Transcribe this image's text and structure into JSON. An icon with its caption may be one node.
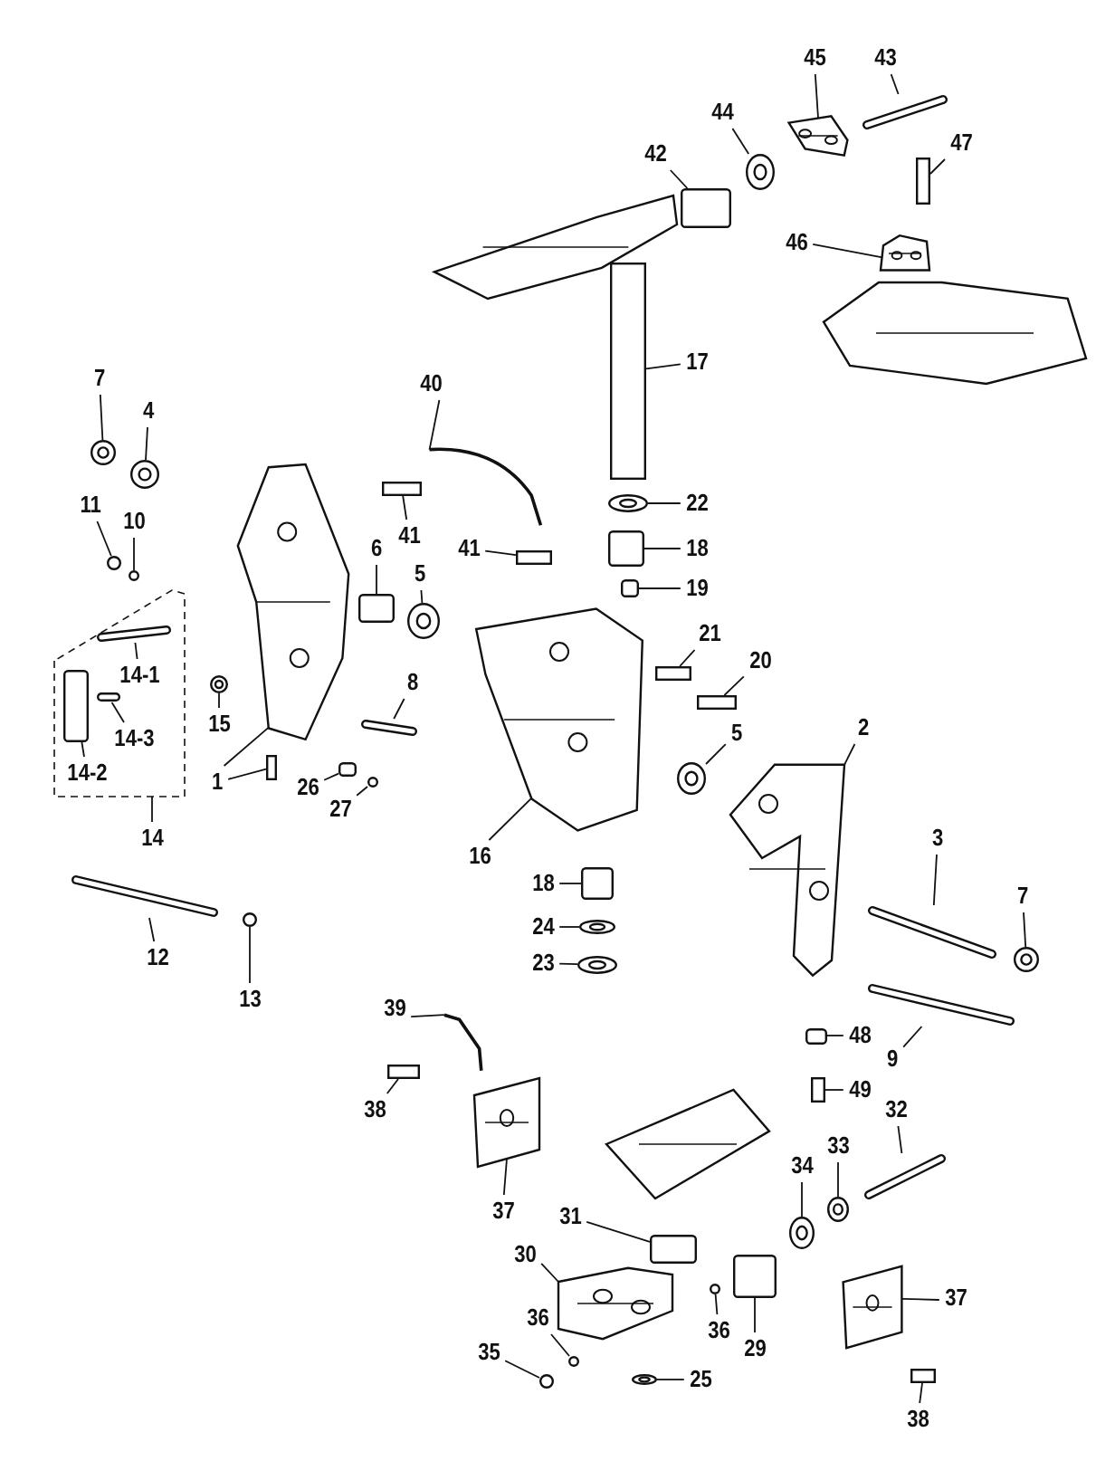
{
  "diagram": {
    "nodes": [
      {
        "text": [
          "45"
        ]
      },
      {
        "text": [
          "43"
        ]
      },
      {
        "text": [
          "44"
        ]
      },
      {
        "text": [
          "47"
        ]
      },
      {
        "text": [
          "42"
        ]
      },
      {
        "text": [
          "46"
        ]
      },
      {
        "text": [
          "17"
        ]
      },
      {
        "text": [
          "7"
        ]
      },
      {
        "text": [
          "40"
        ]
      },
      {
        "text": [
          "4"
        ]
      },
      {
        "text": [
          "22"
        ]
      },
      {
        "text": [
          "11"
        ]
      },
      {
        "text": [
          "10"
        ]
      },
      {
        "text": [
          "41"
        ]
      },
      {
        "text": [
          "41"
        ]
      },
      {
        "text": [
          "6"
        ]
      },
      {
        "text": [
          "18"
        ]
      },
      {
        "text": [
          "5"
        ]
      },
      {
        "text": [
          "19"
        ]
      },
      {
        "text": [
          "21"
        ]
      },
      {
        "text": [
          "20"
        ]
      },
      {
        "text": [
          "14-1"
        ]
      },
      {
        "text": [
          "8"
        ]
      },
      {
        "text": [
          "15"
        ]
      },
      {
        "text": [
          "2"
        ]
      },
      {
        "text": [
          "5"
        ]
      },
      {
        "text": [
          "14-3"
        ]
      },
      {
        "text": [
          "14-2"
        ]
      },
      {
        "text": [
          "1"
        ]
      },
      {
        "text": [
          "26"
        ]
      },
      {
        "text": [
          "27"
        ]
      },
      {
        "text": [
          "14"
        ]
      },
      {
        "text": [
          "3"
        ]
      },
      {
        "text": [
          "16"
        ]
      },
      {
        "text": [
          "18"
        ]
      },
      {
        "text": [
          "7"
        ]
      },
      {
        "text": [
          "24"
        ]
      },
      {
        "text": [
          "12"
        ]
      },
      {
        "text": [
          "23"
        ]
      },
      {
        "text": [
          "13"
        ]
      },
      {
        "text": [
          "39"
        ]
      },
      {
        "text": [
          "48"
        ]
      },
      {
        "text": [
          "9"
        ]
      },
      {
        "text": [
          "49"
        ]
      },
      {
        "text": [
          "38"
        ]
      },
      {
        "text": [
          "32"
        ]
      },
      {
        "text": [
          "33"
        ]
      },
      {
        "text": [
          "34"
        ]
      },
      {
        "text": [
          "37"
        ]
      },
      {
        "text": [
          "31"
        ]
      },
      {
        "text": [
          "30"
        ]
      },
      {
        "text": [
          "37"
        ]
      },
      {
        "text": [
          "36"
        ]
      },
      {
        "text": [
          "36"
        ]
      },
      {
        "text": [
          "29"
        ]
      },
      {
        "text": [
          "35"
        ]
      },
      {
        "text": [
          "25"
        ]
      },
      {
        "text": [
          "38"
        ]
      },
      {
        "text": [],
        "shape": "picture"
      },
      {
        "text": [],
        "shape": "bar"
      },
      {
        "text": [],
        "shape": "circle"
      },
      {
        "text": [],
        "shape": "bar"
      },
      {
        "text": [],
        "shape": "box"
      },
      {
        "text": [],
        "shape": "picture"
      },
      {
        "text": [],
        "shape": "bar"
      },
      {
        "text": [],
        "shape": "circle"
      },
      {
        "text": [],
        "shape": "picture"
      },
      {
        "text": [],
        "shape": "circle"
      },
      {
        "text": [],
        "shape": "circle"
      },
      {
        "text": [],
        "shape": "circle"
      },
      {
        "text": [],
        "shape": "circle"
      },
      {
        "text": [],
        "shape": "bar"
      },
      {
        "text": [],
        "shape": "bar"
      },
      {
        "text": [],
        "shape": "box"
      },
      {
        "text": [],
        "shape": "box"
      },
      {
        "text": [],
        "shape": "circle"
      },
      {
        "text": [],
        "shape": "box"
      },
      {
        "text": [],
        "shape": "bar"
      },
      {
        "text": [],
        "shape": "bar"
      },
      {
        "text": [],
        "shape": "bar"
      },
      {
        "text": [],
        "shape": "bar"
      },
      {
        "text": [],
        "shape": "circle"
      },
      {
        "text": [],
        "shape": "picture"
      },
      {
        "text": [],
        "shape": "circle"
      },
      {
        "text": [],
        "shape": "bar"
      },
      {
        "text": [],
        "shape": "box"
      },
      {
        "text": [],
        "shape": "picture"
      },
      {
        "text": [],
        "shape": "bar"
      },
      {
        "text": [],
        "shape": "box"
      },
      {
        "text": [],
        "shape": "circle"
      },
      {
        "text": [],
        "shape": "bar"
      },
      {
        "text": [],
        "shape": "picture"
      },
      {
        "text": [],
        "shape": "box"
      },
      {
        "text": [],
        "shape": "circle"
      },
      {
        "text": [],
        "shape": "circle"
      },
      {
        "text": [],
        "shape": "bar"
      },
      {
        "text": [],
        "shape": "circle"
      },
      {
        "text": [],
        "shape": "circle"
      },
      {
        "text": [],
        "shape": "picture"
      },
      {
        "text": [],
        "shape": "box"
      },
      {
        "text": [],
        "shape": "bar"
      },
      {
        "text": [],
        "shape": "bar"
      },
      {
        "text": [],
        "shape": "bar"
      },
      {
        "text": [],
        "shape": "bar"
      },
      {
        "text": [],
        "shape": "circle"
      },
      {
        "text": [],
        "shape": "circle"
      },
      {
        "text": [],
        "shape": "picture"
      },
      {
        "text": [],
        "shape": "box"
      },
      {
        "text": [],
        "shape": "picture"
      },
      {
        "text": [],
        "shape": "picture"
      },
      {
        "text": [],
        "shape": "circle"
      },
      {
        "text": [],
        "shape": "circle"
      },
      {
        "text": [],
        "shape": "box"
      },
      {
        "text": [],
        "shape": "circle"
      },
      {
        "text": [],
        "shape": "circle"
      },
      {
        "text": [],
        "shape": "bar"
      },
      {
        "text": [],
        "shape": "picture"
      },
      {
        "text": [],
        "shape": "picture"
      },
      {
        "text": [],
        "shape": "picture"
      }
    ],
    "edges": [
      {
        "from": 0,
        "to": 58,
        "arrow": "none"
      },
      {
        "from": 1,
        "to": 59,
        "arrow": "none"
      },
      {
        "from": 2,
        "to": 60,
        "arrow": "none"
      },
      {
        "from": 3,
        "to": 61,
        "arrow": "none"
      },
      {
        "from": 4,
        "to": 62,
        "arrow": "none"
      },
      {
        "from": 5,
        "to": 63,
        "arrow": "none"
      },
      {
        "from": 6,
        "to": 64,
        "arrow": "none"
      },
      {
        "from": 7,
        "to": 65,
        "arrow": "none"
      },
      {
        "from": 8,
        "to": 66,
        "arrow": "none"
      },
      {
        "from": 9,
        "to": 67,
        "arrow": "none"
      },
      {
        "from": 10,
        "to": 68,
        "arrow": "none"
      },
      {
        "from": 11,
        "to": 69,
        "arrow": "none"
      },
      {
        "from": 12,
        "to": 70,
        "arrow": "none"
      },
      {
        "from": 13,
        "to": 71,
        "arrow": "none"
      },
      {
        "from": 14,
        "to": 72,
        "arrow": "none"
      },
      {
        "from": 15,
        "to": 73,
        "arrow": "none"
      },
      {
        "from": 16,
        "to": 74,
        "arrow": "none"
      },
      {
        "from": 17,
        "to": 75,
        "arrow": "none"
      },
      {
        "from": 18,
        "to": 76,
        "arrow": "none"
      },
      {
        "from": 19,
        "to": 77,
        "arrow": "none"
      },
      {
        "from": 20,
        "to": 78,
        "arrow": "none"
      },
      {
        "from": 21,
        "to": 79,
        "arrow": "none"
      },
      {
        "from": 22,
        "to": 80,
        "arrow": "none"
      },
      {
        "from": 23,
        "to": 81,
        "arrow": "none"
      },
      {
        "from": 24,
        "to": 82,
        "arrow": "none"
      },
      {
        "from": 25,
        "to": 83,
        "arrow": "none"
      },
      {
        "from": 26,
        "to": 84,
        "arrow": "none"
      },
      {
        "from": 27,
        "to": 85,
        "arrow": "none"
      },
      {
        "from": 28,
        "to": 86,
        "arrow": "none"
      },
      {
        "from": 28,
        "to": 87,
        "arrow": "none"
      },
      {
        "from": 29,
        "to": 88,
        "arrow": "none"
      },
      {
        "from": 30,
        "to": 89,
        "arrow": "none"
      },
      {
        "from": 31,
        "to": null,
        "arrow": "none"
      },
      {
        "from": 32,
        "to": 90,
        "arrow": "none"
      },
      {
        "from": 33,
        "to": 91,
        "arrow": "none"
      },
      {
        "from": 34,
        "to": 92,
        "arrow": "none"
      },
      {
        "from": 35,
        "to": 93,
        "arrow": "none"
      },
      {
        "from": 36,
        "to": 94,
        "arrow": "none"
      },
      {
        "from": 37,
        "to": 95,
        "arrow": "none"
      },
      {
        "from": 38,
        "to": 96,
        "arrow": "none"
      },
      {
        "from": 39,
        "to": 97,
        "arrow": "none"
      },
      {
        "from": 40,
        "to": 98,
        "arrow": "none"
      },
      {
        "from": 41,
        "to": 99,
        "arrow": "none"
      },
      {
        "from": 42,
        "to": 100,
        "arrow": "none"
      },
      {
        "from": 43,
        "to": 101,
        "arrow": "none"
      },
      {
        "from": 44,
        "to": 102,
        "arrow": "none"
      },
      {
        "from": 45,
        "to": 103,
        "arrow": "none"
      },
      {
        "from": 46,
        "to": 104,
        "arrow": "none"
      },
      {
        "from": 47,
        "to": 105,
        "arrow": "none"
      },
      {
        "from": 48,
        "to": 106,
        "arrow": "none"
      },
      {
        "from": 49,
        "to": 107,
        "arrow": "none"
      },
      {
        "from": 50,
        "to": 108,
        "arrow": "none"
      },
      {
        "from": 51,
        "to": 109,
        "arrow": "none"
      },
      {
        "from": 52,
        "to": 110,
        "arrow": "none"
      },
      {
        "from": 53,
        "to": 111,
        "arrow": "none"
      },
      {
        "from": 54,
        "to": 112,
        "arrow": "none"
      },
      {
        "from": 55,
        "to": 113,
        "arrow": "none"
      },
      {
        "from": 56,
        "to": 114,
        "arrow": "none"
      },
      {
        "from": 57,
        "to": 115,
        "arrow": "none"
      }
    ]
  }
}
